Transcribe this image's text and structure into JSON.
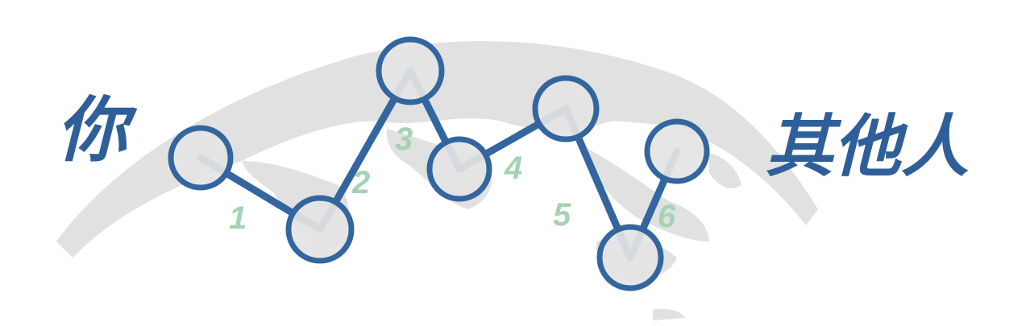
{
  "left_label": "你",
  "right_label": "其他人",
  "steps": [
    "1",
    "2",
    "3",
    "4",
    "5",
    "6"
  ],
  "colors": {
    "node_stroke": "#33669e",
    "connector": "#33669e",
    "step_number": "#a3d3b3",
    "map": "#e1e1e1",
    "label": "#2f5f98"
  }
}
